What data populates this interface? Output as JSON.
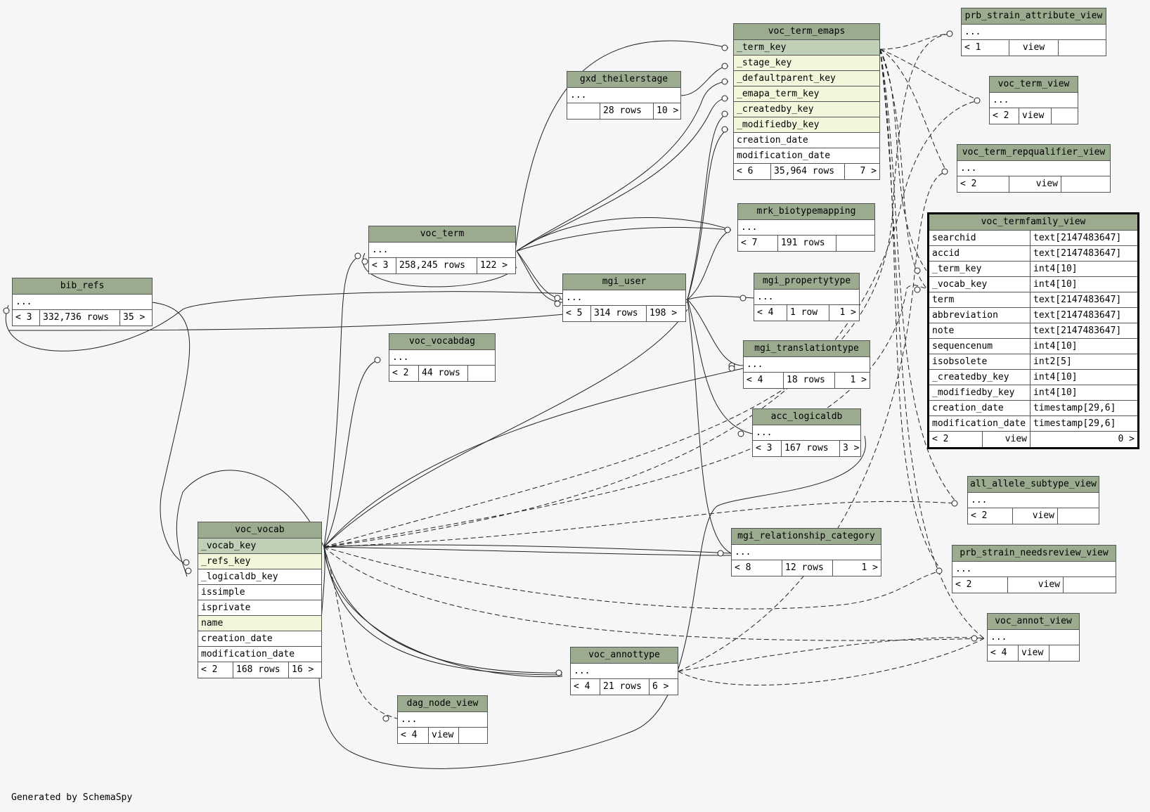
{
  "footer": "Generated by SchemaSpy",
  "tables": {
    "voc_term_emaps": {
      "title": "voc_term_emaps",
      "columns": [
        "_term_key",
        "_stage_key",
        "_defaultparent_key",
        "_emapa_term_key",
        "_createdby_key",
        "_modifiedby_key",
        "creation_date",
        "modification_date"
      ],
      "footer": [
        "< 6",
        "35,964 rows",
        "7 >"
      ]
    },
    "gxd_theilerstage": {
      "title": "gxd_theilerstage",
      "dots": "...",
      "footer": [
        "",
        "28 rows",
        "10 >"
      ]
    },
    "prb_strain_attribute_view": {
      "title": "prb_strain_attribute_view",
      "dots": "...",
      "footer": [
        "< 1",
        "view",
        ""
      ]
    },
    "voc_term_view": {
      "title": "voc_term_view",
      "dots": "...",
      "footer": [
        "< 2",
        "view",
        ""
      ]
    },
    "voc_term_repqualifier_view": {
      "title": "voc_term_repqualifier_view",
      "dots": "...",
      "footer": [
        "< 2",
        "view",
        ""
      ]
    },
    "mrk_biotypemapping": {
      "title": "mrk_biotypemapping",
      "dots": "...",
      "footer": [
        "< 7",
        "191 rows",
        ""
      ]
    },
    "voc_term": {
      "title": "voc_term",
      "dots": "...",
      "footer": [
        "< 3",
        "258,245 rows",
        "122 >"
      ]
    },
    "mgi_user": {
      "title": "mgi_user",
      "dots": "...",
      "footer": [
        "< 5",
        "314 rows",
        "198 >"
      ]
    },
    "mgi_propertytype": {
      "title": "mgi_propertytype",
      "dots": "...",
      "footer": [
        "< 4",
        "1 row",
        "1 >"
      ]
    },
    "bib_refs": {
      "title": "bib_refs",
      "dots": "...",
      "footer": [
        "< 3",
        "332,736 rows",
        "35 >"
      ]
    },
    "voc_vocabdag": {
      "title": "voc_vocabdag",
      "dots": "...",
      "footer": [
        "< 2",
        "44 rows",
        ""
      ]
    },
    "mgi_translationtype": {
      "title": "mgi_translationtype",
      "dots": "...",
      "footer": [
        "< 4",
        "18 rows",
        "1 >"
      ]
    },
    "acc_logicaldb": {
      "title": "acc_logicaldb",
      "dots": "...",
      "footer": [
        "< 3",
        "167 rows",
        "3 >"
      ]
    },
    "voc_termfamily_view": {
      "title": "voc_termfamily_view",
      "columns": [
        {
          "name": "searchid",
          "type": "text[2147483647]"
        },
        {
          "name": "accid",
          "type": "text[2147483647]"
        },
        {
          "name": "_term_key",
          "type": "int4[10]"
        },
        {
          "name": "_vocab_key",
          "type": "int4[10]"
        },
        {
          "name": "term",
          "type": "text[2147483647]"
        },
        {
          "name": "abbreviation",
          "type": "text[2147483647]"
        },
        {
          "name": "note",
          "type": "text[2147483647]"
        },
        {
          "name": "sequencenum",
          "type": "int4[10]"
        },
        {
          "name": "isobsolete",
          "type": "int2[5]"
        },
        {
          "name": "_createdby_key",
          "type": "int4[10]"
        },
        {
          "name": "_modifiedby_key",
          "type": "int4[10]"
        },
        {
          "name": "creation_date",
          "type": "timestamp[29,6]"
        },
        {
          "name": "modification_date",
          "type": "timestamp[29,6]"
        }
      ],
      "footer": [
        "< 2",
        "view",
        "0 >"
      ]
    },
    "all_allele_subtype_view": {
      "title": "all_allele_subtype_view",
      "dots": "...",
      "footer": [
        "< 2",
        "view",
        ""
      ]
    },
    "voc_vocab": {
      "title": "voc_vocab",
      "columns": [
        "_vocab_key",
        "_refs_key",
        "_logicaldb_key",
        "issimple",
        "isprivate",
        "name",
        "creation_date",
        "modification_date"
      ],
      "footer": [
        "< 2",
        "168 rows",
        "16 >"
      ]
    },
    "mgi_relationship_category": {
      "title": "mgi_relationship_category",
      "dots": "...",
      "footer": [
        "< 8",
        "12 rows",
        "1 >"
      ]
    },
    "prb_strain_needsreview_view": {
      "title": "prb_strain_needsreview_view",
      "dots": "...",
      "footer": [
        "< 2",
        "view",
        ""
      ]
    },
    "voc_annot_view": {
      "title": "voc_annot_view",
      "dots": "...",
      "footer": [
        "< 4",
        "view",
        ""
      ]
    },
    "voc_annottype": {
      "title": "voc_annottype",
      "dots": "...",
      "footer": [
        "< 4",
        "21 rows",
        "6 >"
      ]
    },
    "dag_node_view": {
      "title": "dag_node_view",
      "dots": "...",
      "footer": [
        "< 4",
        "view",
        ""
      ]
    }
  }
}
